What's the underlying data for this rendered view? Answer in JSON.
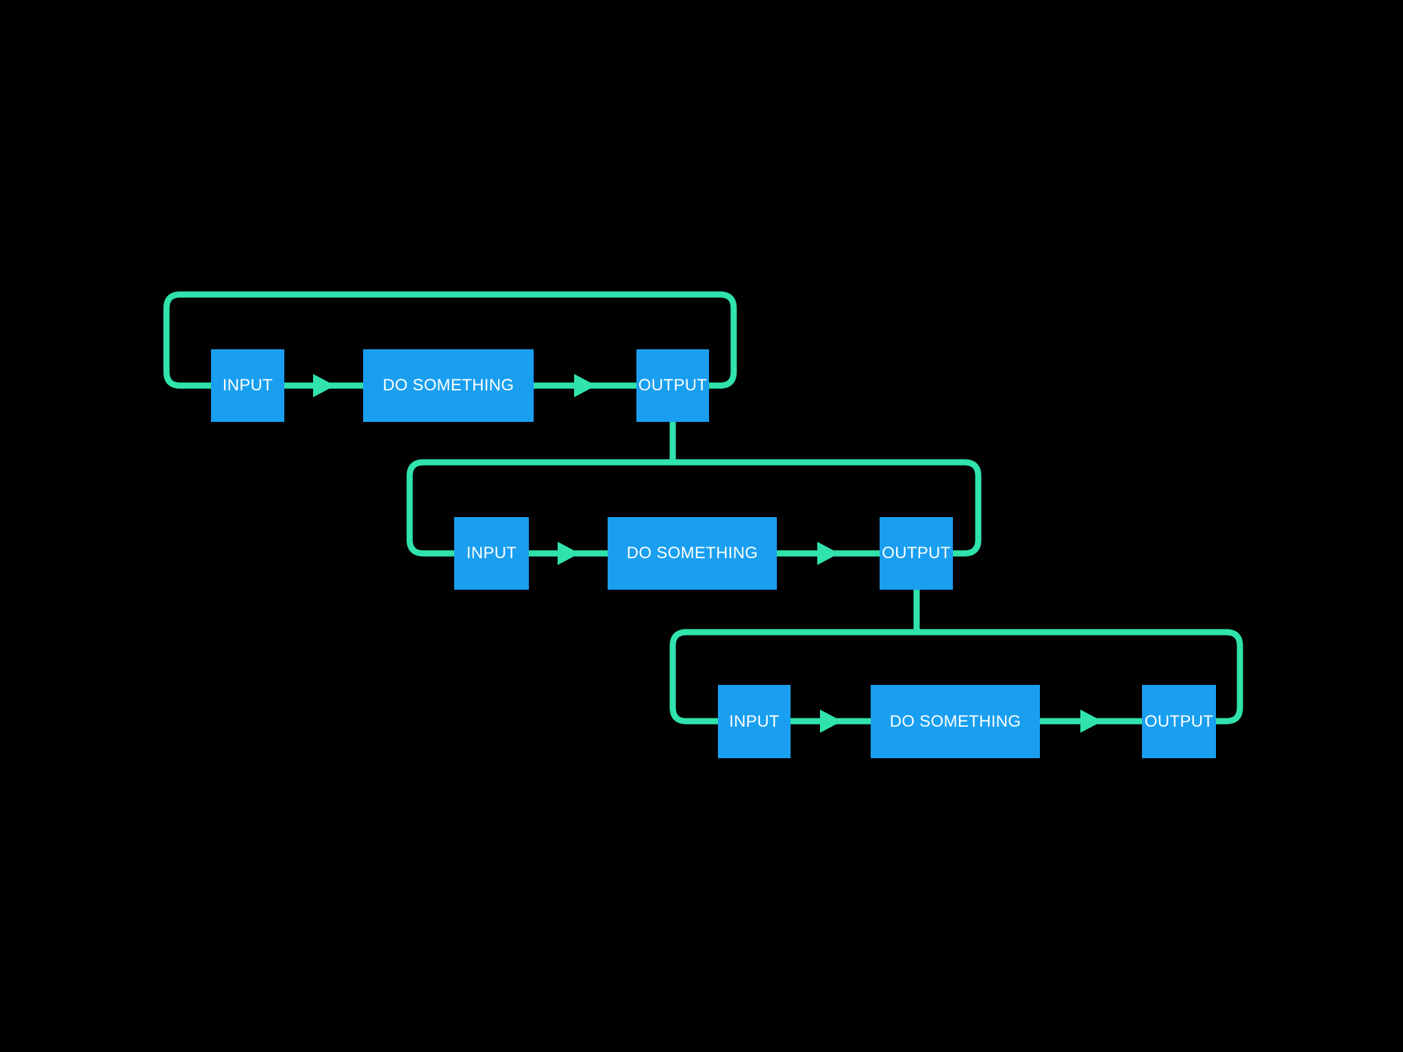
{
  "canvas": {
    "background": "#000000"
  },
  "colors": {
    "node_fill": "#1A9FF0",
    "node_text": "#FFFFFF",
    "connector": "#30E3AC"
  },
  "diagram": {
    "type": "flowchart",
    "rows": [
      {
        "name": "stage-1",
        "nodes": [
          {
            "id": "input",
            "label": "INPUT"
          },
          {
            "id": "process",
            "label": "DO SOMETHING"
          },
          {
            "id": "output",
            "label": "OUTPUT"
          }
        ],
        "connections": [
          {
            "from": "input",
            "to": "process",
            "type": "arrow"
          },
          {
            "from": "process",
            "to": "output",
            "type": "arrow"
          },
          {
            "from": "output",
            "to": "input",
            "type": "feedback-loop"
          },
          {
            "from": "output",
            "to": "stage-2",
            "type": "drop-line"
          }
        ]
      },
      {
        "name": "stage-2",
        "nodes": [
          {
            "id": "input",
            "label": "INPUT"
          },
          {
            "id": "process",
            "label": "DO SOMETHING"
          },
          {
            "id": "output",
            "label": "OUTPUT"
          }
        ],
        "connections": [
          {
            "from": "input",
            "to": "process",
            "type": "arrow"
          },
          {
            "from": "process",
            "to": "output",
            "type": "arrow"
          },
          {
            "from": "output",
            "to": "input",
            "type": "feedback-loop"
          },
          {
            "from": "output",
            "to": "stage-3",
            "type": "drop-line"
          }
        ]
      },
      {
        "name": "stage-3",
        "nodes": [
          {
            "id": "input",
            "label": "INPUT"
          },
          {
            "id": "process",
            "label": "DO SOMETHING"
          },
          {
            "id": "output",
            "label": "OUTPUT"
          }
        ],
        "connections": [
          {
            "from": "input",
            "to": "process",
            "type": "arrow"
          },
          {
            "from": "process",
            "to": "output",
            "type": "arrow"
          },
          {
            "from": "output",
            "to": "input",
            "type": "feedback-loop"
          }
        ]
      }
    ]
  }
}
